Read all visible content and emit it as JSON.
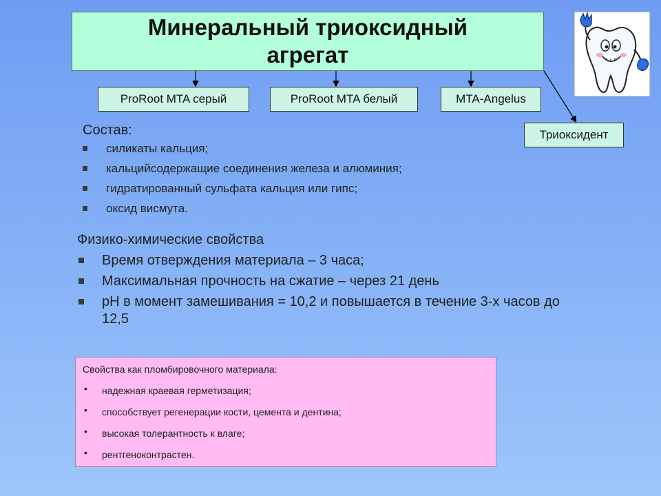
{
  "title": "Минеральный триоксидный\nагрегат",
  "variants": [
    "ProRoot MTA серый",
    "ProRoot MTA белый",
    "MTA-Angelus",
    "Триоксидент"
  ],
  "composition": {
    "heading": "Состав:",
    "items": [
      "силикаты кальция;",
      "кальцийсодержащие соединения железа и алюминия;",
      "гидратированный сульфата кальция или гипс;",
      "оксид висмута."
    ]
  },
  "physchem": {
    "heading": "Физико-химические свойства",
    "items": [
      "Время отверждения материала – 3 часа;",
      "Максимальная прочность на сжатие – через 21 день",
      "pH в момент замешивания = 10,2 и повышается в течение 3-х часов до 12,5"
    ]
  },
  "filling": {
    "heading": "Свойства как пломбировочного материала:",
    "bullet": "•",
    "items": [
      "надежная краевая герметизация;",
      "способствует регенерации кости, цемента и дентина;",
      "высокая толерантность к влаге;",
      "рентгеноконтрастен."
    ]
  },
  "colors": {
    "title_bg": "#b3ffd9",
    "variant_bg": "#ccf5e6",
    "pink_bg": "#ffbbf2"
  },
  "icons": [
    "tooth-mascot-icon",
    "square-bullet-icon"
  ]
}
